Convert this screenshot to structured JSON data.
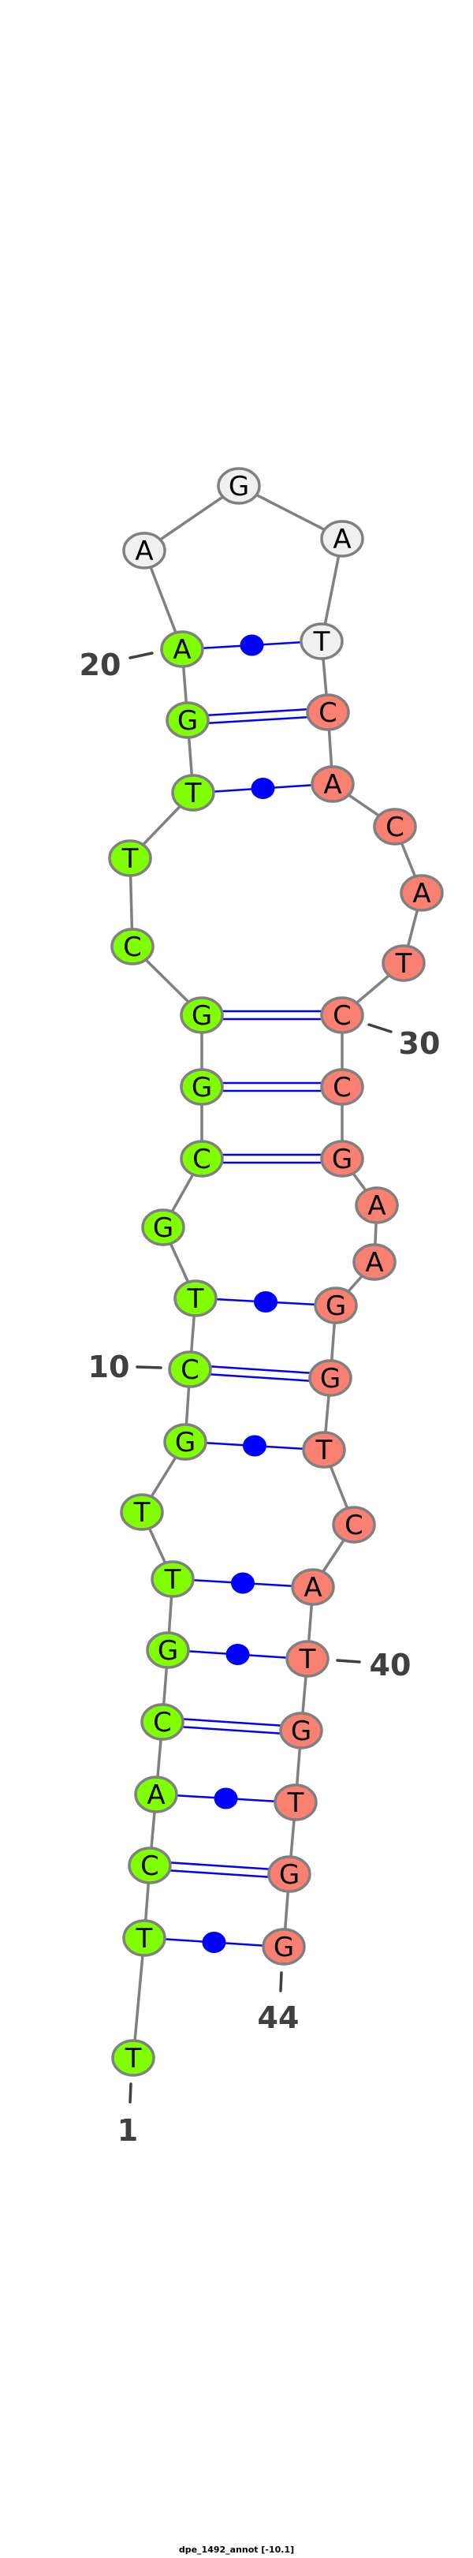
{
  "title": "dpe_1492_annot [-10.1]",
  "sequence": [
    "T",
    "T",
    "C",
    "A",
    "C",
    "G",
    "T",
    "T",
    "G",
    "C",
    "T",
    "G",
    "C",
    "G",
    "G",
    "C",
    "T",
    "T",
    "G",
    "A",
    "A",
    "G",
    "A",
    "T",
    "C",
    "A",
    "C",
    "A",
    "T",
    "C",
    "C",
    "G",
    "A",
    "A",
    "G",
    "G",
    "T",
    "C",
    "A",
    "T",
    "G",
    "T",
    "G",
    "G"
  ],
  "regions": [
    {
      "from": 1,
      "to": 20,
      "color": "#7fff00"
    },
    {
      "from": 21,
      "to": 24,
      "color": "#f0f0f0"
    },
    {
      "from": 25,
      "to": 44,
      "color": "#fa8072"
    }
  ],
  "pairs": [
    {
      "i": 2,
      "j": 44,
      "type": "wobble"
    },
    {
      "i": 3,
      "j": 43,
      "type": "canonical"
    },
    {
      "i": 4,
      "j": 42,
      "type": "wobble"
    },
    {
      "i": 5,
      "j": 41,
      "type": "canonical"
    },
    {
      "i": 6,
      "j": 40,
      "type": "wobble"
    },
    {
      "i": 7,
      "j": 39,
      "type": "wobble"
    },
    {
      "i": 9,
      "j": 37,
      "type": "wobble"
    },
    {
      "i": 10,
      "j": 36,
      "type": "canonical"
    },
    {
      "i": 11,
      "j": 35,
      "type": "wobble"
    },
    {
      "i": 13,
      "j": 32,
      "type": "canonical"
    },
    {
      "i": 14,
      "j": 31,
      "type": "canonical"
    },
    {
      "i": 15,
      "j": 30,
      "type": "canonical"
    },
    {
      "i": 18,
      "j": 26,
      "type": "wobble"
    },
    {
      "i": 19,
      "j": 25,
      "type": "canonical"
    },
    {
      "i": 20,
      "j": 24,
      "type": "wobble"
    }
  ],
  "position_labels": [
    {
      "pos": 1,
      "text": "1"
    },
    {
      "pos": 10,
      "text": "10"
    },
    {
      "pos": 20,
      "text": "20"
    },
    {
      "pos": 30,
      "text": "30"
    },
    {
      "pos": 40,
      "text": "40"
    },
    {
      "pos": 44,
      "text": "44"
    }
  ],
  "colors": {
    "backbone": "#808080",
    "pair": "#0000ff",
    "outline": "#808080",
    "label": "#404040"
  }
}
